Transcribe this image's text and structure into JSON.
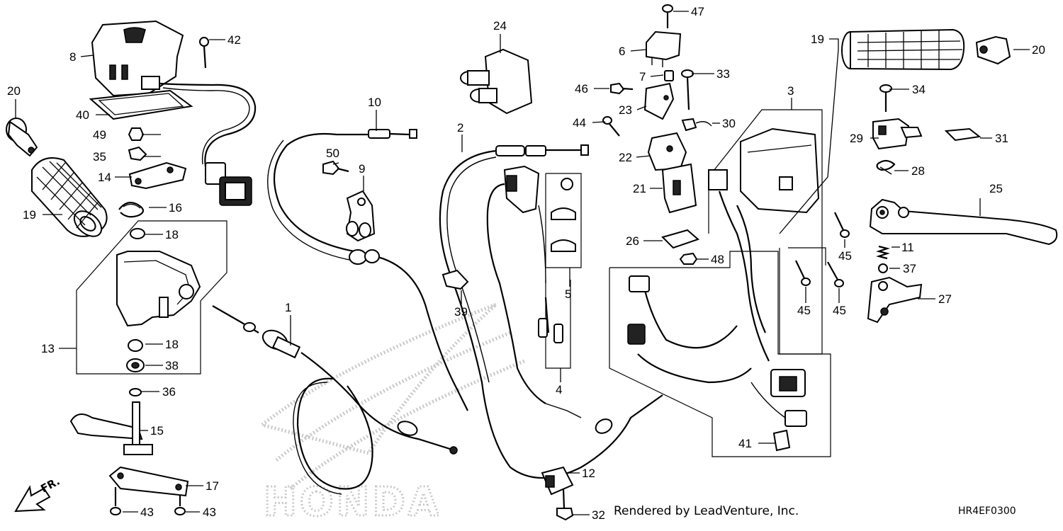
{
  "credit": "Rendered by LeadVenture, Inc.",
  "diagram_code": "HR4EF0300",
  "direction_label": "FR.",
  "watermark_text": "HONDA",
  "callouts": [
    {
      "id": "c1",
      "label": "1"
    },
    {
      "id": "c2",
      "label": "2"
    },
    {
      "id": "c3",
      "label": "3"
    },
    {
      "id": "c4",
      "label": "4"
    },
    {
      "id": "c5",
      "label": "5"
    },
    {
      "id": "c6",
      "label": "6"
    },
    {
      "id": "c7",
      "label": "7"
    },
    {
      "id": "c8",
      "label": "8"
    },
    {
      "id": "c9",
      "label": "9"
    },
    {
      "id": "c10",
      "label": "10"
    },
    {
      "id": "c11",
      "label": "11"
    },
    {
      "id": "c12",
      "label": "12"
    },
    {
      "id": "c13",
      "label": "13"
    },
    {
      "id": "c14",
      "label": "14"
    },
    {
      "id": "c15",
      "label": "15"
    },
    {
      "id": "c16",
      "label": "16"
    },
    {
      "id": "c17",
      "label": "17"
    },
    {
      "id": "c18a",
      "label": "18"
    },
    {
      "id": "c18b",
      "label": "18"
    },
    {
      "id": "c19a",
      "label": "19"
    },
    {
      "id": "c19b",
      "label": "19"
    },
    {
      "id": "c20a",
      "label": "20"
    },
    {
      "id": "c20b",
      "label": "20"
    },
    {
      "id": "c21",
      "label": "21"
    },
    {
      "id": "c22",
      "label": "22"
    },
    {
      "id": "c23",
      "label": "23"
    },
    {
      "id": "c24",
      "label": "24"
    },
    {
      "id": "c25",
      "label": "25"
    },
    {
      "id": "c26",
      "label": "26"
    },
    {
      "id": "c27",
      "label": "27"
    },
    {
      "id": "c28",
      "label": "28"
    },
    {
      "id": "c29",
      "label": "29"
    },
    {
      "id": "c30",
      "label": "30"
    },
    {
      "id": "c31",
      "label": "31"
    },
    {
      "id": "c32",
      "label": "32"
    },
    {
      "id": "c33",
      "label": "33"
    },
    {
      "id": "c34",
      "label": "34"
    },
    {
      "id": "c35",
      "label": "35"
    },
    {
      "id": "c36",
      "label": "36"
    },
    {
      "id": "c37",
      "label": "37"
    },
    {
      "id": "c38",
      "label": "38"
    },
    {
      "id": "c39",
      "label": "39"
    },
    {
      "id": "c40",
      "label": "40"
    },
    {
      "id": "c41",
      "label": "41"
    },
    {
      "id": "c42",
      "label": "42"
    },
    {
      "id": "c43a",
      "label": "43"
    },
    {
      "id": "c43b",
      "label": "43"
    },
    {
      "id": "c44",
      "label": "44"
    },
    {
      "id": "c45a",
      "label": "45"
    },
    {
      "id": "c45b",
      "label": "45"
    },
    {
      "id": "c45c",
      "label": "45"
    },
    {
      "id": "c46",
      "label": "46"
    },
    {
      "id": "c47",
      "label": "47"
    },
    {
      "id": "c48",
      "label": "48"
    },
    {
      "id": "c49",
      "label": "49"
    },
    {
      "id": "c50",
      "label": "50"
    }
  ]
}
